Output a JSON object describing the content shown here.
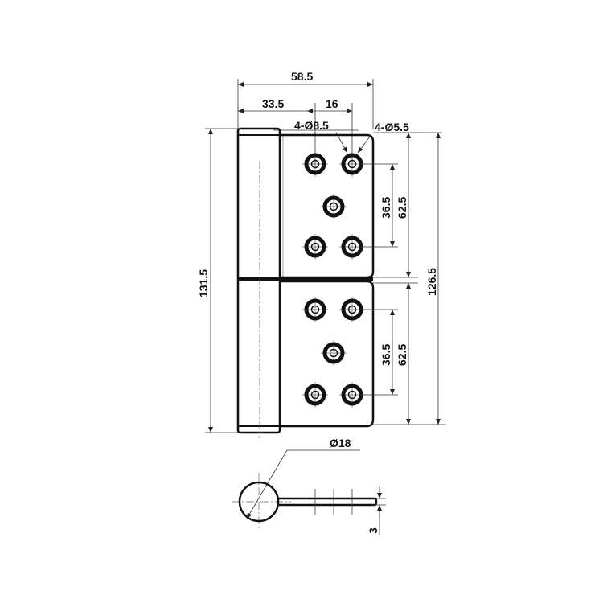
{
  "drawing": {
    "title": "Flag hinge technical drawing",
    "dimensions": {
      "overall_width": "58.5",
      "leaf_offset": "33.5",
      "hole_spacing_h": "16",
      "large_holes": "4-Ø8.5",
      "small_holes": "4-Ø5.5",
      "overall_height": "131.5",
      "leaf_height": "126.5",
      "top_hole_span": "36.5",
      "top_leaf_height": "62.5",
      "bottom_hole_span": "36.5",
      "bottom_leaf_height": "62.5",
      "knuckle_diameter": "Ø18",
      "leaf_thickness": "3"
    },
    "colors": {
      "outline": "#111111",
      "dimension": "#333333",
      "centerline": "#666666"
    }
  }
}
